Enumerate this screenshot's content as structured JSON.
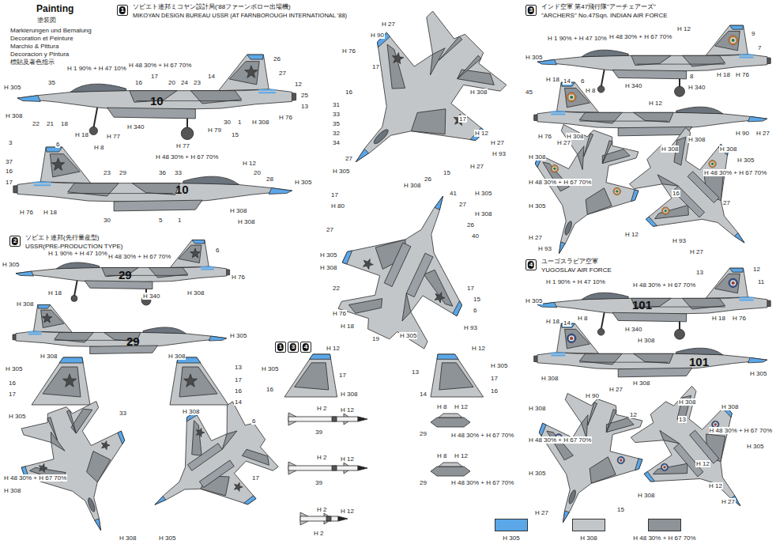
{
  "diagram": {
    "title": "Painting",
    "nodes": [
      {
        "text": [
          "1",
          "ソビエト連邦ミコヤン設計局('88ファーンボロー出場機)",
          "MIKOYAN DESIGN BUREAU USSR (AT FARNBOROUGH INTERNATIONAL '88)"
        ]
      },
      {
        "text": [
          "2",
          "ソビエト連邦(先行量産型)",
          "USSR(PRE-PRODUCTION TYPE)"
        ]
      },
      {
        "text": [
          "1"
        ]
      },
      {
        "text": [
          "3"
        ]
      },
      {
        "text": [
          "4"
        ]
      },
      {
        "text": [
          "3",
          "インド空軍 第47飛行隊\"アーチェアーズ\"",
          "\"ARCHERS\" No.47Sqn. INDIAN AIR FORCE"
        ]
      },
      {
        "text": [
          "4",
          "ユーゴスラビア空軍",
          "YUGOSLAV AIR FORCE"
        ]
      }
    ],
    "labels": [
      "塗装図",
      "Markierungen und Bemalung",
      "Decoration et Peinture",
      "Marchio & Pittura",
      "Decoracion y Pintura",
      "標貼及著色指示",
      "H 1 90% + H 47 10%",
      "35",
      "16",
      "H 48 30% + H 67 70%",
      "17",
      "20",
      "24",
      "23",
      "14",
      "26",
      "27",
      "12",
      "25",
      "13",
      "H 305",
      "H 308",
      "22",
      "21",
      "18",
      "H 18",
      "H 8",
      "H 77",
      "H 340",
      "10",
      "H 77",
      "H 79",
      "30",
      "1",
      "H 308",
      "H 76",
      "15",
      "3",
      "6",
      "37",
      "16",
      "17",
      "H 76",
      "H 18",
      "23",
      "29",
      "H 48 30% + H 67 70%",
      "36",
      "33",
      "H 12",
      "20",
      "28",
      "H 305",
      "10",
      "30",
      "5",
      "1",
      "H 308",
      "H 308",
      "H 1 90% + H 47 10%",
      "H 48 30% + H 67 70%",
      "6",
      "H 305",
      "H 308",
      "H 18",
      "29",
      "H 340",
      "H 308",
      "H 76",
      "H 305",
      "29",
      "H 308",
      "H 308",
      "H 305",
      "16",
      "17",
      "13",
      "17",
      "16",
      "14",
      "H 305",
      "33",
      "H 308",
      "6",
      "H 48 30% + H 67 70%",
      "H 308",
      "17",
      "H 308",
      "H 305",
      "H 27",
      "H 90",
      "H 76",
      "17",
      "16",
      "31",
      "33",
      "35",
      "32",
      "34",
      "27",
      "H 305",
      "H 308",
      "17",
      "H 12",
      "H 27",
      "H 93",
      "H 27",
      "15",
      "26",
      "H 308",
      "41",
      "27",
      "H 305",
      "H 308",
      "26",
      "40",
      "17",
      "H 80",
      "27",
      "H 305",
      "H 308",
      "22",
      "H 76",
      "H 18",
      "19",
      "17",
      "15",
      "6",
      "H 93",
      "H 305",
      "H 12",
      "H 305",
      "17",
      "16",
      "H 308",
      "H 12",
      "H 305",
      "13",
      "17",
      "16",
      "14",
      "H 2",
      "H 12",
      "39",
      "H 2",
      "H 12",
      "39",
      "H 2",
      "H 12",
      "H 2",
      "H 8",
      "H 12",
      "29",
      "H 48 30% + H 67 70%",
      "H 8",
      "H 12",
      "29",
      "H 48 30% + H 67 70%",
      "H 1 90% + H 47 10%",
      "H 48 30% + H 67 70%",
      "H 12",
      "9",
      "7",
      "H 305",
      "H 18",
      "14",
      "6",
      "H 8",
      "H 340",
      "8",
      "H 340",
      "H 18",
      "H 76",
      "45",
      "H 12",
      "H 76",
      "H 308",
      "H 308",
      "H 90",
      "H 27",
      "H 27",
      "H 308",
      "H 48 30% + H 67 70%",
      "H 305",
      "H 308",
      "H 308",
      "H 305",
      "H 48 30% + H 67 70%",
      "16",
      "27",
      "H 27",
      "H 93",
      "H 12",
      "H 93",
      "H 27",
      "H 1 90% + H 47 10%",
      "H 48 30% + H 67 70%",
      "13",
      "12",
      "11",
      "101",
      "H 305",
      "H 18",
      "14",
      "H 8",
      "H 340",
      "H 18",
      "H 76",
      "H 308",
      "101",
      "H 305",
      "H 308",
      "H 308",
      "H 27",
      "H 90",
      "H 308",
      "12",
      "H 48 30% + H 67 70%",
      "H 305",
      "H 308",
      "H 308",
      "13",
      "H 48 30% + H 67 70%",
      "H 305",
      "H 12",
      "H 12",
      "H 27",
      "H 27",
      "15",
      "H 308"
    ],
    "legend": [
      {
        "text": "H 305",
        "color": "#5ba7e8"
      },
      {
        "text": "H 308",
        "color": "#c3c6c8"
      },
      {
        "text": "H 48 30% + H 67 70%",
        "color": "#8e9398"
      }
    ]
  }
}
